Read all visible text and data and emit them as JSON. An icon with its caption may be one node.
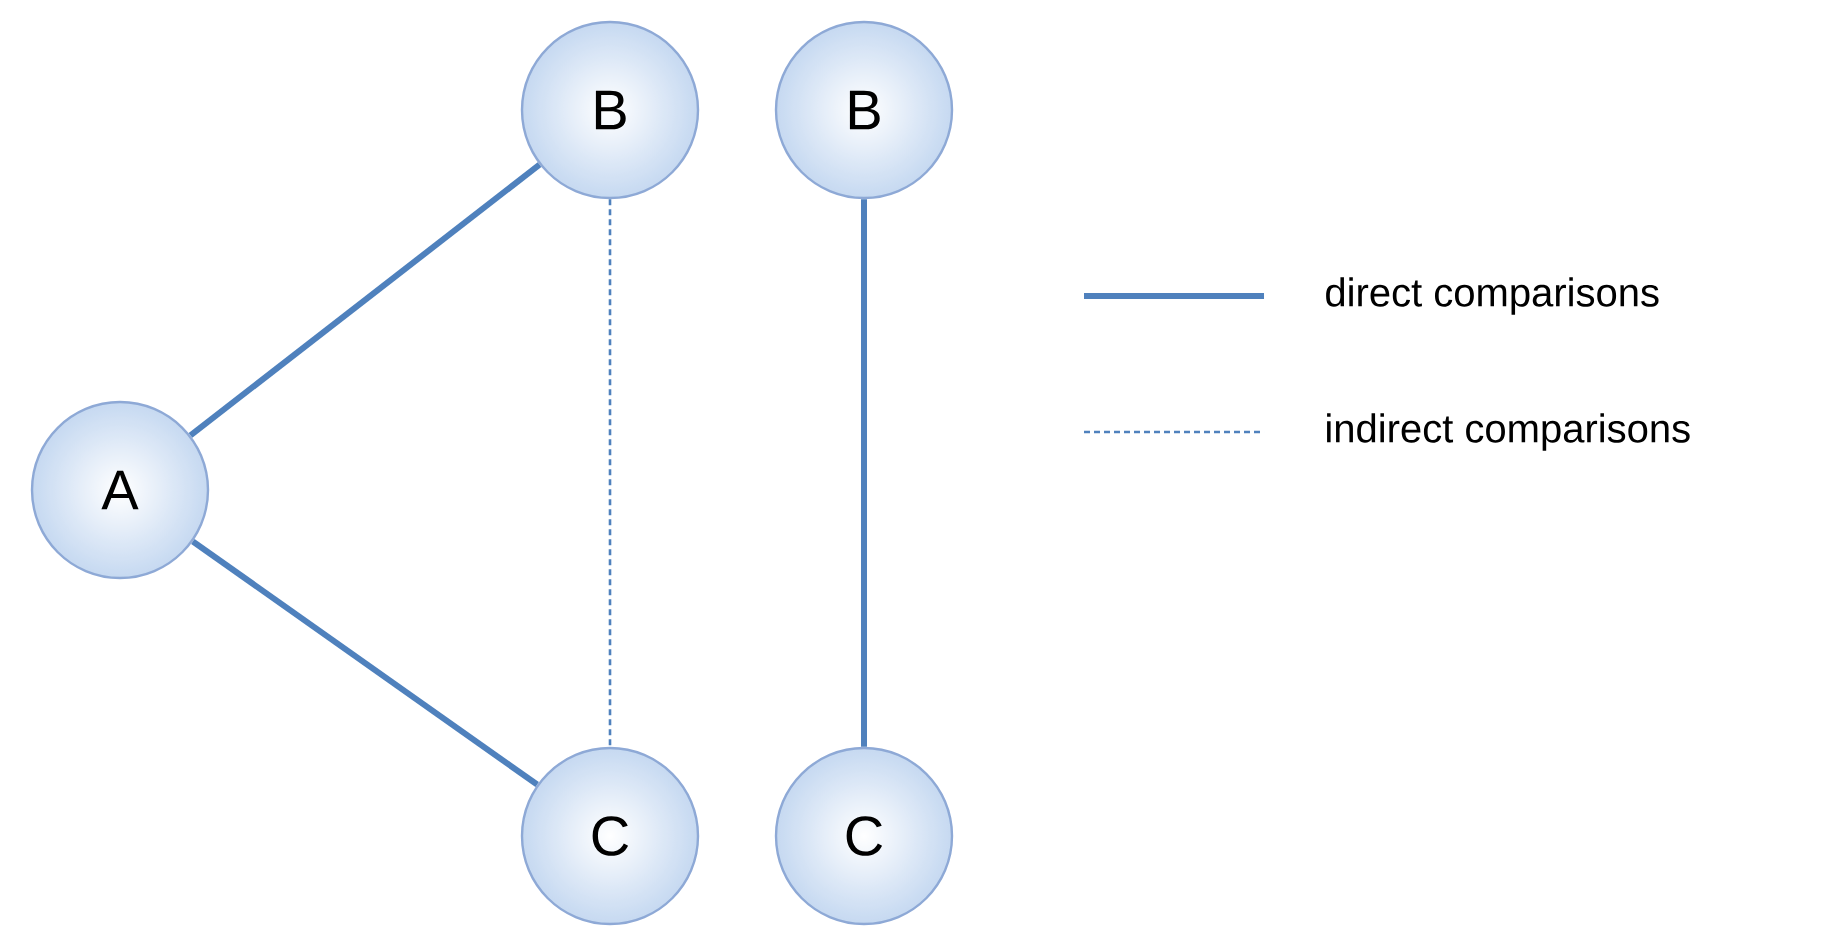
{
  "diagram": {
    "nodes": [
      {
        "text": [
          "A"
        ]
      },
      {
        "text": [
          "B"
        ]
      },
      {
        "text": [
          "C"
        ]
      },
      {
        "text": [
          "B"
        ]
      },
      {
        "text": [
          "C"
        ]
      }
    ],
    "edges": [
      {
        "from": 0,
        "to": 1,
        "arrow": "none"
      },
      {
        "from": 0,
        "to": 2,
        "arrow": "none"
      },
      {
        "from": 1,
        "to": 2,
        "arrow": "none",
        "style": "dashed"
      },
      {
        "from": 3,
        "to": 4,
        "arrow": "none"
      }
    ],
    "legend": [
      {
        "text": "direct comparisons"
      },
      {
        "text": "indirect comparisons"
      }
    ]
  }
}
